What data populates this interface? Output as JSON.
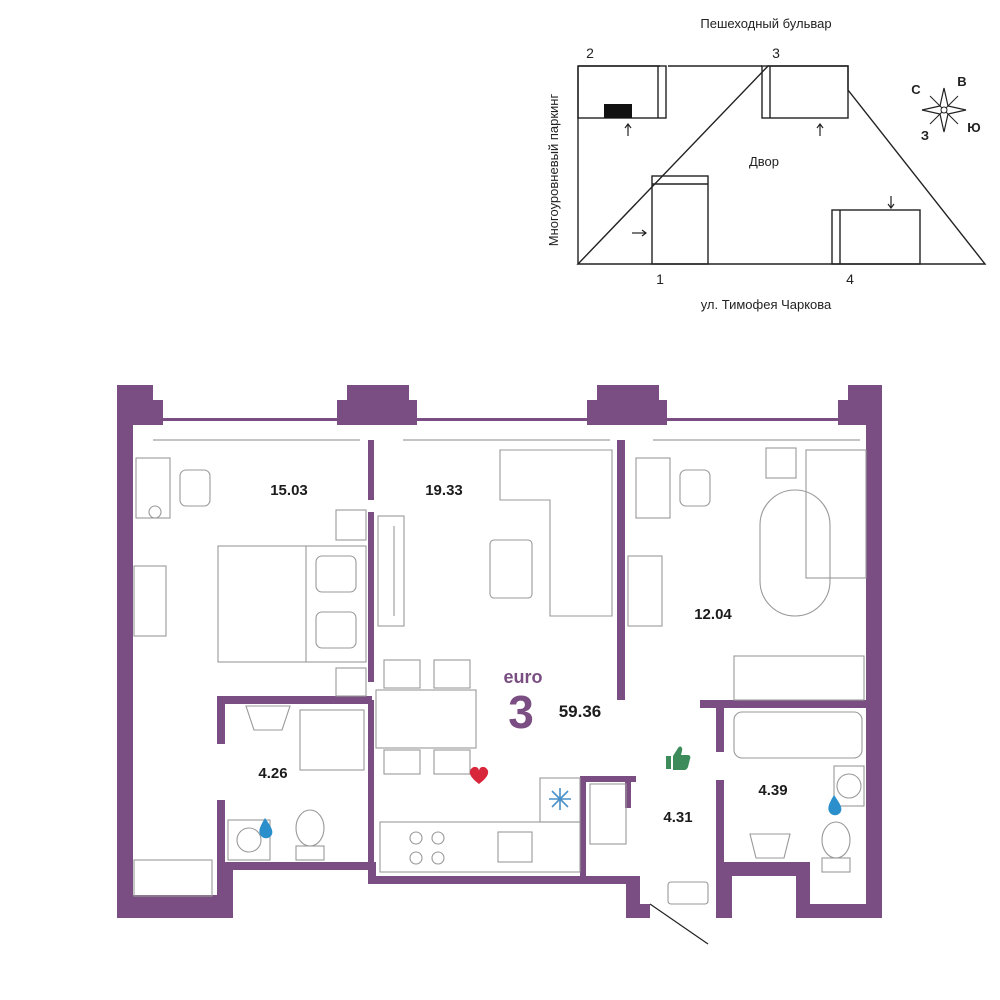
{
  "colors": {
    "wall": "#7a4e82",
    "accent": "#7a4e82",
    "heart": "#d8263b",
    "thumb": "#3d8b5a",
    "drop": "#2a8fcb",
    "snow": "#4a90c8"
  },
  "site_plan": {
    "top_street": "Пешеходный бульвар",
    "bottom_street": "ул. Тимофея Чаркова",
    "left_label": "Многоуровневый паркинг",
    "yard": "Двор",
    "sections": [
      "2",
      "3",
      "1",
      "4"
    ],
    "compass": {
      "n": "С",
      "e": "В",
      "s": "Ю",
      "w": "З"
    }
  },
  "apartment": {
    "type_label": "euro",
    "rooms": "3",
    "total_area": "59.36",
    "room_areas": {
      "bedroom_left": "15.03",
      "living_room": "19.33",
      "bedroom_right": "12.04",
      "bathroom_left": "4.26",
      "hall": "4.31",
      "bathroom_right": "4.39"
    }
  },
  "icons": [
    "compass-rose-icon",
    "heart-icon",
    "thumbs-up-icon",
    "water-drop-icon",
    "snowflake-icon",
    "arrow-icon"
  ]
}
